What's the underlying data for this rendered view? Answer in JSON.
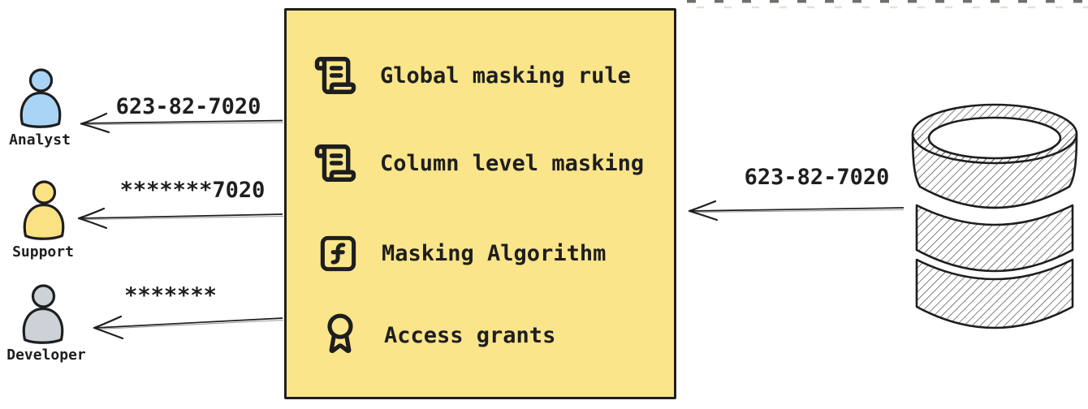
{
  "diagram": {
    "background": "#ffffff",
    "stroke_color": "#1e1e1e"
  },
  "masking_box": {
    "fill": "#fae58a",
    "stroke": "#1e1e1e",
    "items": [
      {
        "icon": "scroll-text-icon",
        "label": "Global masking rule"
      },
      {
        "icon": "scroll-text-icon",
        "label": "Column level masking"
      },
      {
        "icon": "function-square-icon",
        "label": "Masking Algorithm"
      },
      {
        "icon": "award-icon",
        "label": "Access grants"
      }
    ]
  },
  "consumers": [
    {
      "name": "Analyst",
      "received_value": "623-82-7020",
      "icon": "person-icon",
      "color": "#aad4f5"
    },
    {
      "name": "Support",
      "received_value": "*******7020",
      "icon": "person-icon",
      "color": "#fae183"
    },
    {
      "name": "Developer",
      "received_value": "*******",
      "icon": "person-icon",
      "color": "#ccd2d8"
    }
  ],
  "source": {
    "icon": "database-icon",
    "sent_value": "623-82-7020"
  }
}
